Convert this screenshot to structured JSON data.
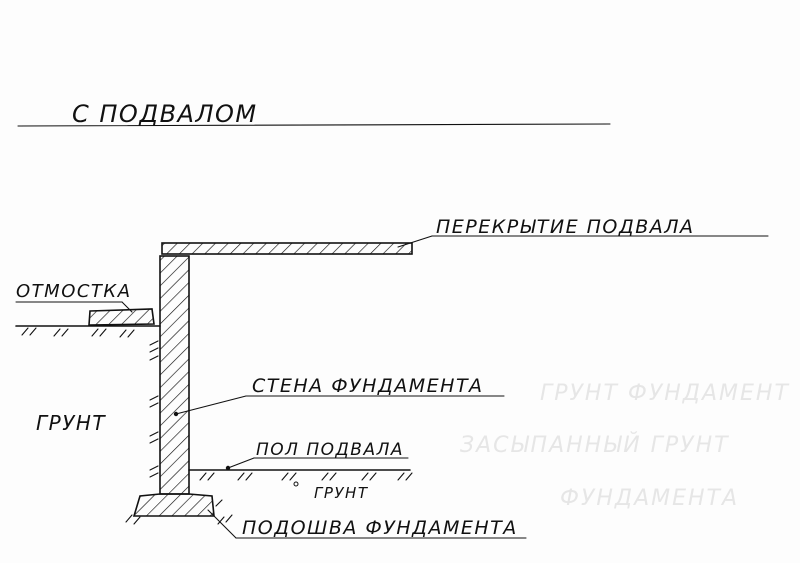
{
  "title": "С ПОДВАЛОМ",
  "labels": {
    "slab": "ПЕРЕКРЫТИЕ ПОДВАЛА",
    "blind_area": "ОТМОСТКА",
    "wall": "СТЕНА ФУНДАМЕНТА",
    "soil_left": "ГРУНТ",
    "basement_floor": "ПОЛ ПОДВАЛА",
    "soil_under_floor": "ГРУНТ",
    "footing": "ПОДОШВА ФУНДАМЕНТА"
  },
  "colors": {
    "ink": "#111111",
    "paper": "#fdfdfd",
    "bleed": "#e6e6e6"
  }
}
